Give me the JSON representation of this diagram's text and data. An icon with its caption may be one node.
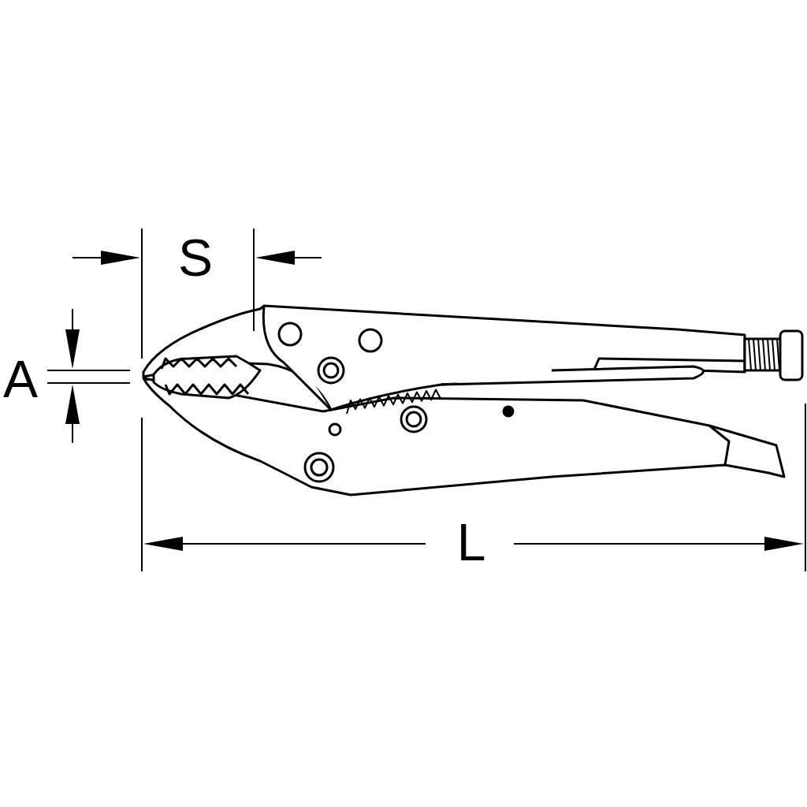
{
  "diagram": {
    "labels": [
      "S",
      "A",
      "L"
    ]
  }
}
